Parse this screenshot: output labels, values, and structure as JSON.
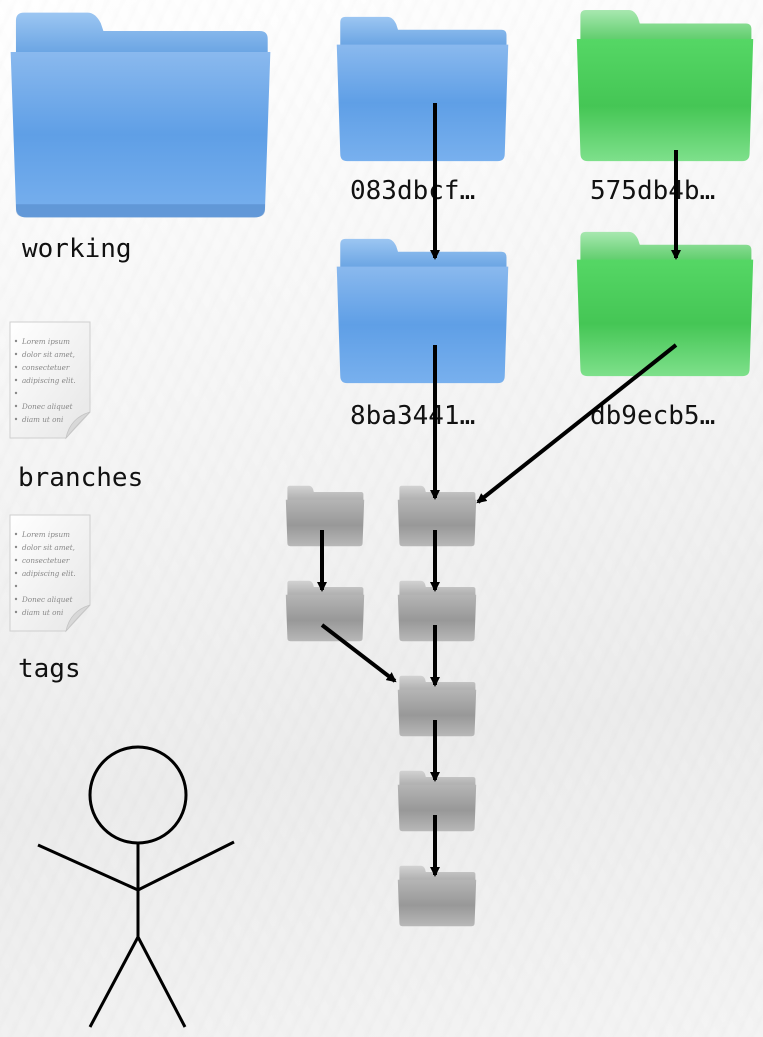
{
  "labels": {
    "working": "working",
    "commit_blue_1": "083dbcf…",
    "commit_blue_2": "8ba3441…",
    "commit_green_1": "575db4b…",
    "commit_green_2": "db9ecb5…",
    "branches": "branches",
    "tags": "tags"
  },
  "icons": {
    "working": "folder-icon",
    "commits": "folder-icon",
    "branches": "text-document-icon",
    "tags": "text-document-icon",
    "person": "stick-figure-icon"
  },
  "document_text": [
    "Lorem ipsum",
    "dolor sit amet,",
    "consectetuer",
    "adipiscing elit.",
    "",
    "Donec aliquet",
    "diam ut oni"
  ],
  "colors": {
    "blue_folder": "#5b9be2",
    "green_folder": "#4dcc5d",
    "gray_folder": "#9a9a9a",
    "arrow": "#000000"
  }
}
